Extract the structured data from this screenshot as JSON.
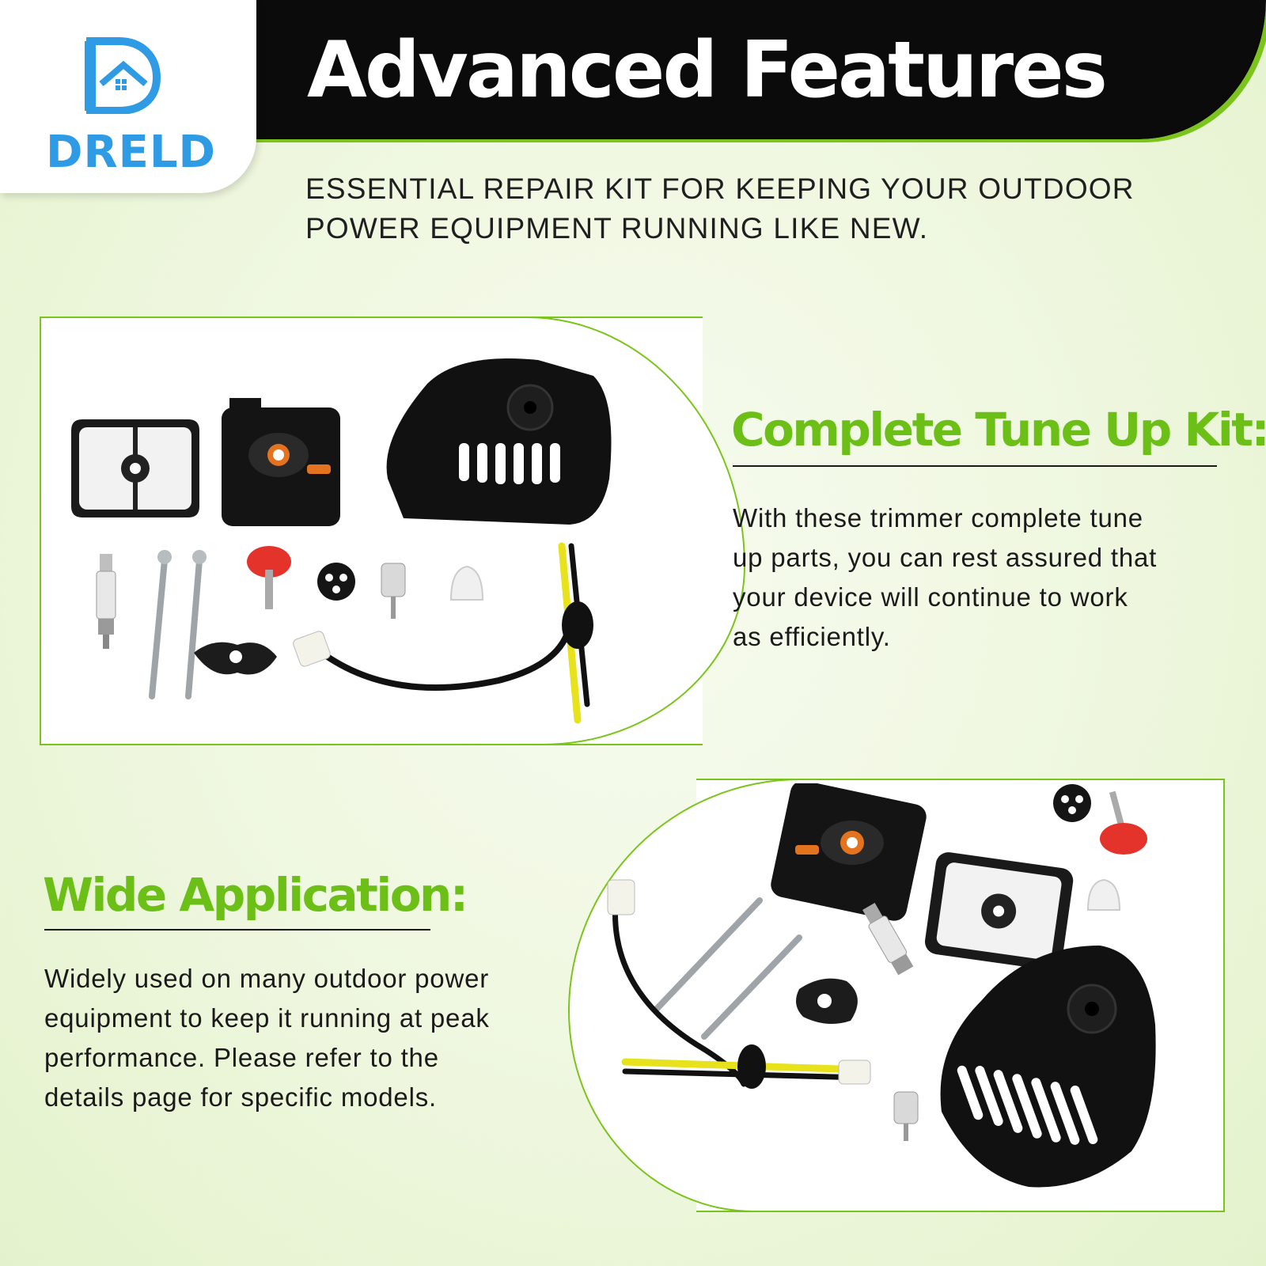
{
  "header": {
    "title": "Advanced Features",
    "bg_color": "#0b0b0b",
    "accent_color": "#7bc41b"
  },
  "logo": {
    "brand": "DRELD",
    "color": "#2f9be4",
    "icon": "house-d-logo-icon"
  },
  "subtitle": {
    "lines": [
      "ESSENTIAL REPAIR KIT FOR KEEPING YOUR OUTDOOR",
      "POWER EQUIPMENT RUNNING LIKE NEW."
    ]
  },
  "features": [
    {
      "title": "Complete Tune Up Kit:",
      "body_lines": [
        "With these trimmer complete tune",
        "up parts, you can rest assured that",
        "your device will continue to work",
        "as efficiently."
      ]
    },
    {
      "title": "Wide Application:",
      "body_lines": [
        "Widely used on many outdoor power",
        "equipment to keep it running at peak",
        "performance. Please refer to the",
        "details page for specific models."
      ]
    }
  ],
  "colors": {
    "feature_title": "#6cbf17",
    "panel_border": "#7bc41b"
  }
}
